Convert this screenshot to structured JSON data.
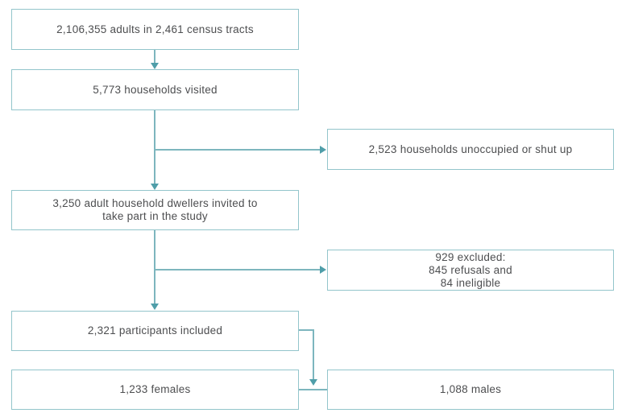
{
  "colors": {
    "background": "#ffffff",
    "box_border": "#93c5cb",
    "connector": "#7db6be",
    "arrowhead": "#4f9ea9",
    "text": "#4d4e50"
  },
  "flowchart": {
    "boxes": {
      "census": "2,106,355 adults in 2,461 census tracts",
      "visited": "5,773 households visited",
      "unoccupied": "2,523 households unoccupied or shut up",
      "invited": "3,250 adult household dwellers invited to\ntake part in the study",
      "excluded": "929 excluded:\n845 refusals and\n84 ineligible",
      "participants": "2,321 participants included",
      "females": "1,233 females",
      "males": "1,088 males"
    }
  }
}
